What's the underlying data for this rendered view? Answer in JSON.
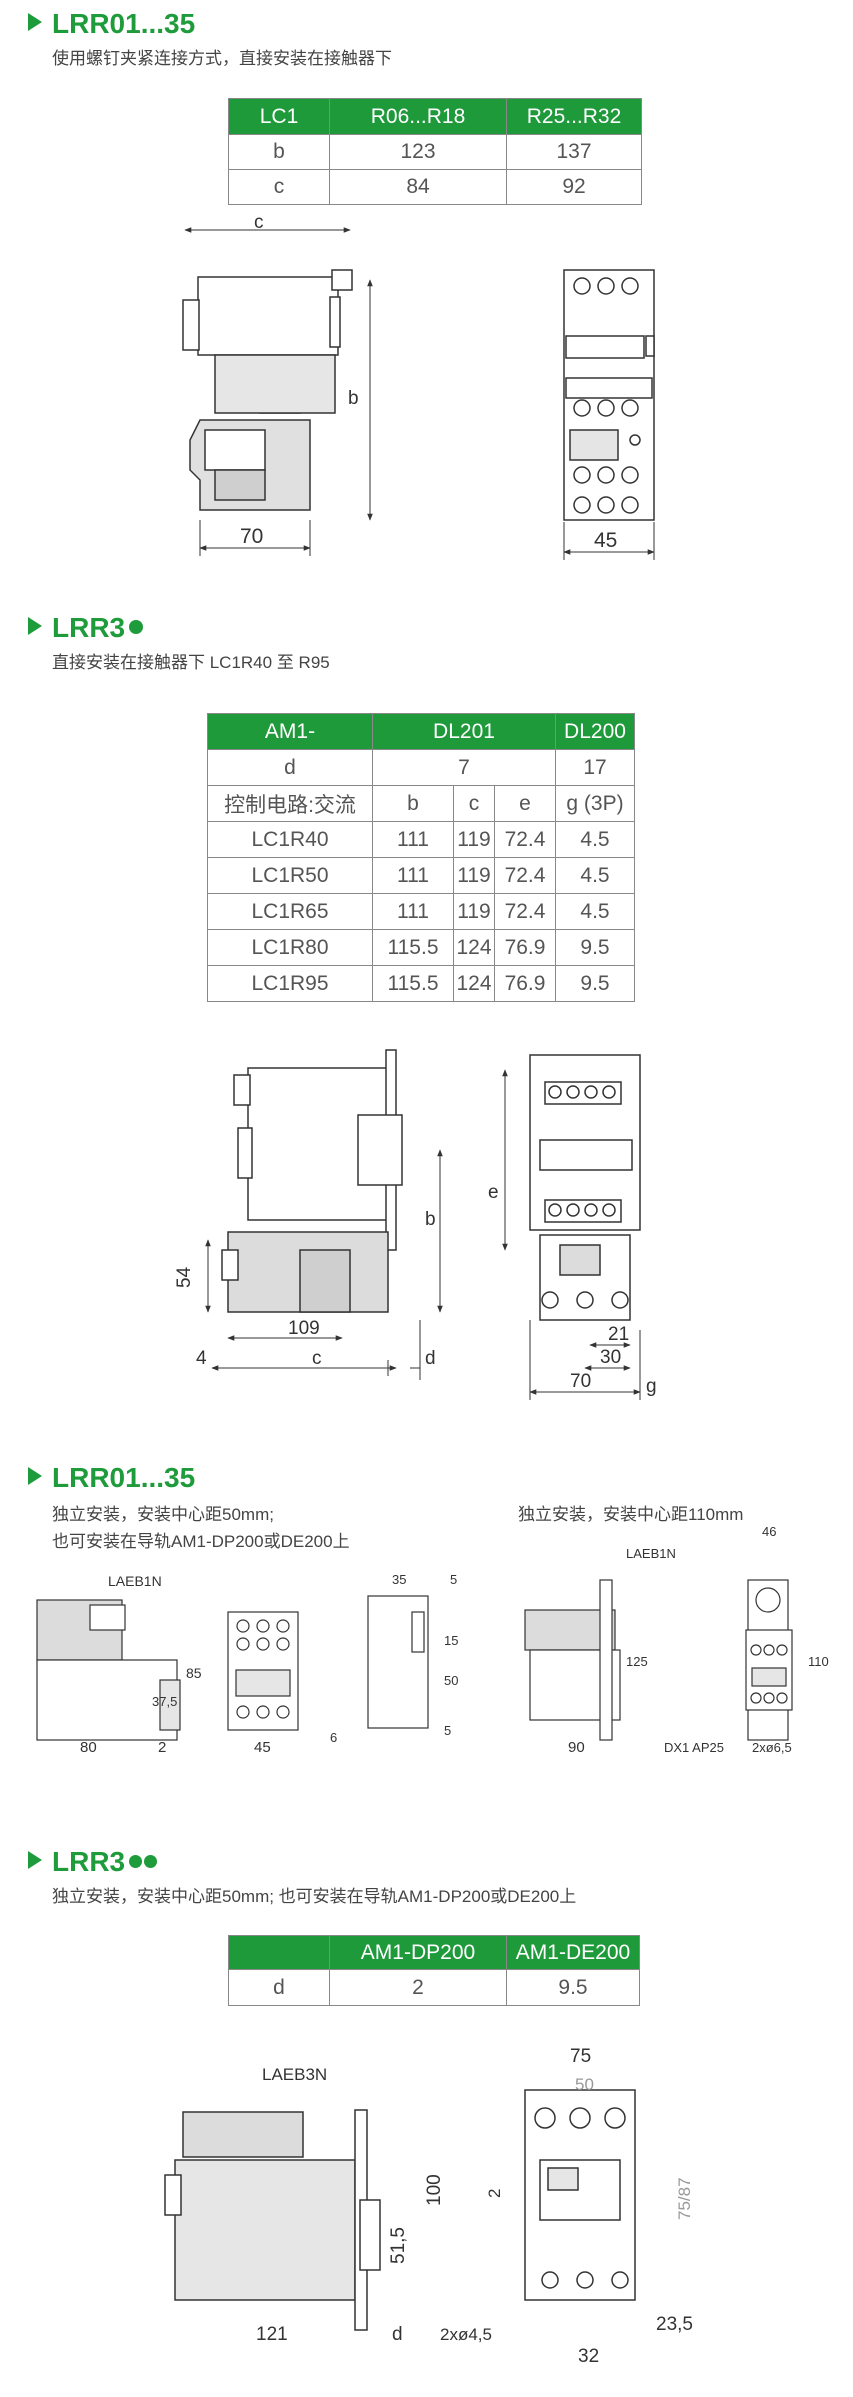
{
  "s1": {
    "title": "LRR01...35",
    "subtitle": "使用螺钉夹紧连接方式，直接安装在接触器下",
    "table": {
      "header": [
        "LC1",
        "R06...R18",
        "R25...R32"
      ],
      "rows": [
        [
          "b",
          "123",
          "137"
        ],
        [
          "c",
          "84",
          "92"
        ]
      ]
    },
    "dims": {
      "c": "c",
      "b": "b",
      "w70": "70",
      "w45": "45"
    }
  },
  "s2": {
    "title": "LRR3",
    "subtitle": "直接安装在接触器下 LC1R40 至 R95",
    "table": {
      "header": [
        "AM1-",
        "DL201",
        "DL200"
      ],
      "row_d": [
        "d",
        "7",
        "17"
      ],
      "row_sub": [
        "控制电路:交流",
        "b",
        "c",
        "e",
        "g (3P)"
      ],
      "rows": [
        [
          "LC1R40",
          "111",
          "119",
          "72.4",
          "4.5"
        ],
        [
          "LC1R50",
          "111",
          "119",
          "72.4",
          "4.5"
        ],
        [
          "LC1R65",
          "111",
          "119",
          "72.4",
          "4.5"
        ],
        [
          "LC1R80",
          "115.5",
          "124",
          "76.9",
          "9.5"
        ],
        [
          "LC1R95",
          "115.5",
          "124",
          "76.9",
          "9.5"
        ]
      ]
    },
    "dims": {
      "d54": "54",
      "d109": "109",
      "d4": "4",
      "dc": "c",
      "dd": "d",
      "db": "b",
      "de": "e",
      "d21": "21",
      "d30": "30",
      "d70": "70",
      "dg": "g"
    }
  },
  "s3": {
    "title": "LRR01...35",
    "subtitle_left_1": "独立安装，安装中心距50mm;",
    "subtitle_left_2": "也可安装在导轨AM1-DP200或DE200上",
    "subtitle_right": "独立安装，安装中心距110mm",
    "dims": {
      "laeb1n_a": "LAEB1N",
      "d85": "85",
      "d375": "37,5",
      "d80": "80",
      "d2": "2",
      "d45": "45",
      "d35": "35",
      "d5a": "5",
      "d15": "15",
      "d50": "50",
      "d5b": "5",
      "d6": "6",
      "laeb1n_b": "LAEB1N",
      "d125": "125",
      "d90": "90",
      "dx1": "DX1 AP25",
      "d46": "46",
      "d110": "110",
      "hole": "2xø6,5"
    }
  },
  "s4": {
    "title": "LRR3",
    "subtitle": "独立安装，安装中心距50mm; 也可安装在导轨AM1-DP200或DE200上",
    "table": {
      "header": [
        "",
        "AM1-DP200",
        "AM1-DE200"
      ],
      "rows": [
        [
          "d",
          "2",
          "9.5"
        ]
      ]
    },
    "dims": {
      "laeb3n": "LAEB3N",
      "d100": "100",
      "d515": "51,5",
      "d121": "121",
      "dd": "d",
      "hole": "2xø4,5",
      "d75": "75",
      "d50": "50",
      "d2": "2",
      "d7587": "75/87",
      "d235": "23,5",
      "d32": "32"
    }
  },
  "colors": {
    "brand_green": "#1f9a3b",
    "drawing_line": "#333333",
    "fill_gray": "#dcdcdc"
  }
}
